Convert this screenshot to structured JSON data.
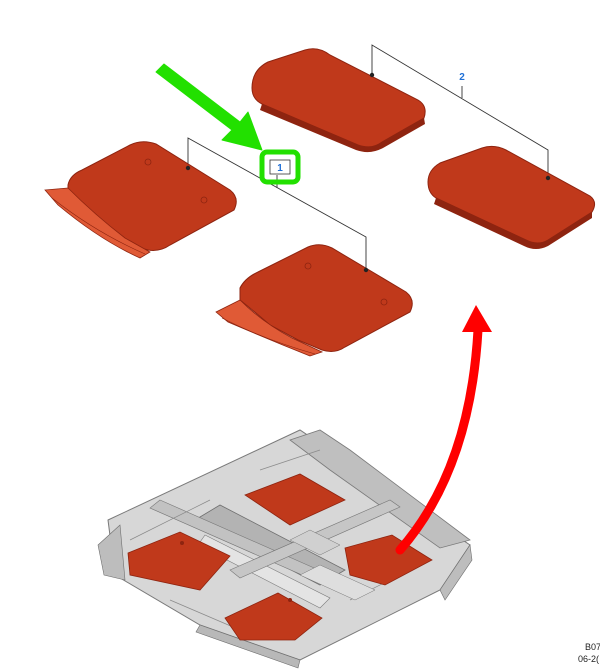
{
  "callouts": {
    "callout_1": "1",
    "callout_2": "2"
  },
  "figure_ref": {
    "code": "B07",
    "date": "06-2("
  },
  "colors": {
    "mat": "#c0391b",
    "mat_dark": "#8e2410",
    "mat_edge": "#e05a36",
    "highlight_green": "#22e000",
    "arrow_red": "#ff0000",
    "callout_blue": "#1f6fd6",
    "leader_line": "#333333",
    "floor_grey": "#c9c9c9"
  },
  "icons": {
    "green_pointer": "arrow-pointer-icon",
    "red_curved": "curved-arrow-icon"
  }
}
